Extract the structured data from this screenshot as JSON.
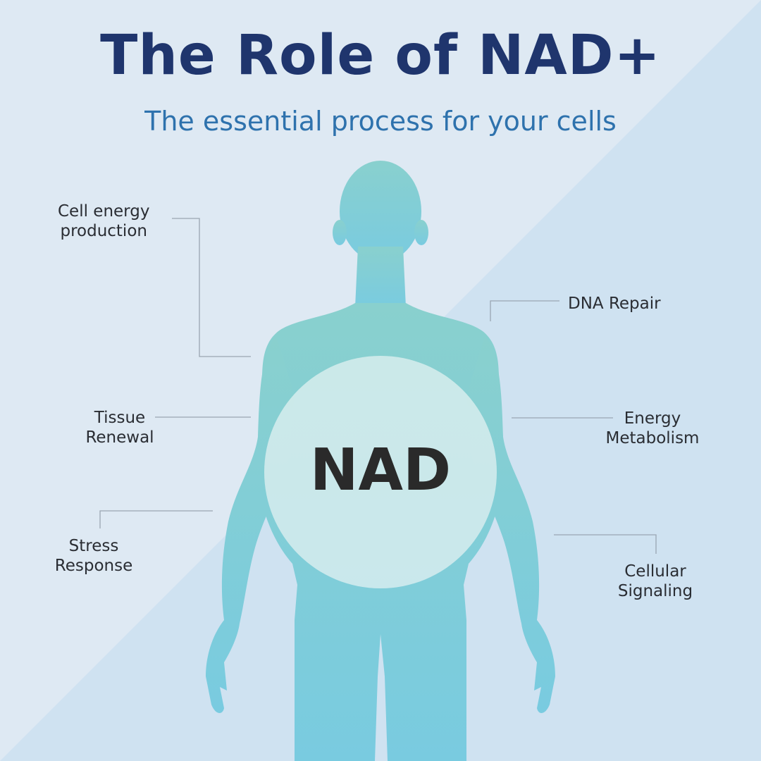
{
  "title": "The Role of NAD+",
  "subtitle": "The essential process for your cells",
  "center_label": "NAD",
  "colors": {
    "title": "#1f356d",
    "subtitle": "#2e72ad",
    "background_light": "#dee9f3",
    "background_dark": "#cfe2f1",
    "body_top": "#89d0ce",
    "body_bottom": "#79cbe0",
    "circle": "#e6f3f3"
  },
  "labels": {
    "cell_energy": "Cell energy\nproduction",
    "dna_repair": "DNA Repair",
    "tissue_renewal": "Tissue\nRenewal",
    "energy_metabolism": "Energy\nMetabolism",
    "stress_response": "Stress\nResponse",
    "cellular_signaling": "Cellular\nSignaling"
  }
}
